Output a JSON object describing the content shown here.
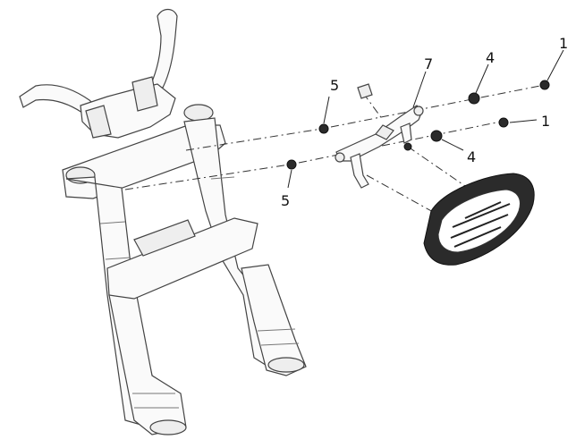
{
  "diagram": {
    "callouts": [
      {
        "id": "c1a",
        "text": "1"
      },
      {
        "id": "c1b",
        "text": "1"
      },
      {
        "id": "c4a",
        "text": "4"
      },
      {
        "id": "c4b",
        "text": "4"
      },
      {
        "id": "c5a",
        "text": "5"
      },
      {
        "id": "c5b",
        "text": "5"
      },
      {
        "id": "c7",
        "text": "7"
      }
    ]
  }
}
